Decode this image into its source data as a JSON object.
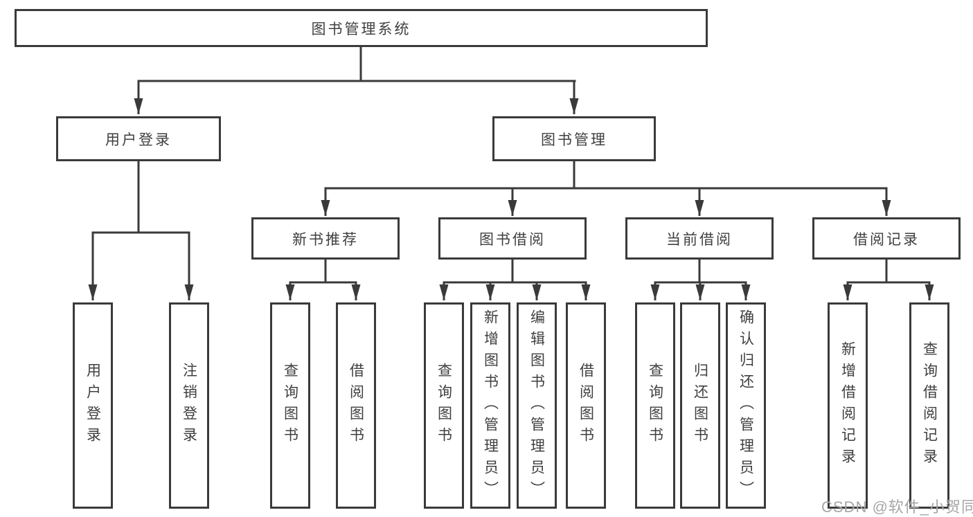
{
  "colors": {
    "line": "#3a3a3a",
    "box_border": "#3a3a3a",
    "text": "#3f3f3f",
    "background": "#ffffff",
    "watermark": "#a6a6a6"
  },
  "tree": {
    "root": {
      "label": "图书管理系统",
      "children": [
        {
          "label": "用户登录",
          "children": [
            {
              "label": "用户登录"
            },
            {
              "label": "注销登录"
            }
          ]
        },
        {
          "label": "图书管理",
          "children": [
            {
              "label": "新书推荐",
              "children": [
                {
                  "label": "查询图书"
                },
                {
                  "label": "借阅图书"
                }
              ]
            },
            {
              "label": "图书借阅",
              "children": [
                {
                  "label": "查询图书"
                },
                {
                  "label": "新增图书（管理员）"
                },
                {
                  "label": "编辑图书（管理员）"
                },
                {
                  "label": "借阅图书"
                }
              ]
            },
            {
              "label": "当前借阅",
              "children": [
                {
                  "label": "查询图书"
                },
                {
                  "label": "归还图书"
                },
                {
                  "label": "确认归还（管理员）"
                }
              ]
            },
            {
              "label": "借阅记录",
              "children": [
                {
                  "label": "新增借阅记录"
                },
                {
                  "label": "查询借阅记录"
                }
              ]
            }
          ]
        }
      ]
    }
  },
  "watermark": {
    "text": "CSDN @软件_小贺同学"
  }
}
